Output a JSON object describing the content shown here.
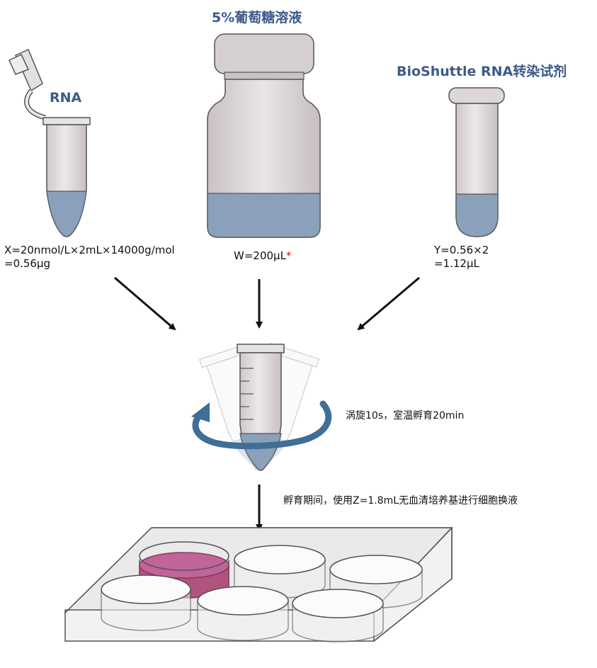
{
  "reagents": {
    "rna": {
      "title": "RNA",
      "formula_line1": "X=20nmol/L×2mL×14000g/mol",
      "formula_line2": "=0.56μg"
    },
    "glucose": {
      "title": "5%葡萄糖溶液",
      "formula": "W=200μL",
      "mark": "*"
    },
    "transfection": {
      "title": "BioShuttle RNA转染试剂",
      "formula_line1": "Y=0.56×2",
      "formula_line2": "=1.12μL"
    }
  },
  "steps": {
    "vortex": "涡旋10s，室温孵育20min",
    "medium_change": "孵育期间，使用Z=1.8mL无血清培养基进行细胞换液"
  },
  "colors": {
    "title_blue": "#3d5a8a",
    "tube_body": "#d9d3d4",
    "liquid": "#8aa0bb",
    "media_pink": "#b0537f",
    "rotate_arrow": "#3f6e96"
  },
  "icons": [
    "microtube-open",
    "bottle",
    "reagent-tube",
    "vortex-tube",
    "rotation-arrow",
    "six-well-plate"
  ]
}
